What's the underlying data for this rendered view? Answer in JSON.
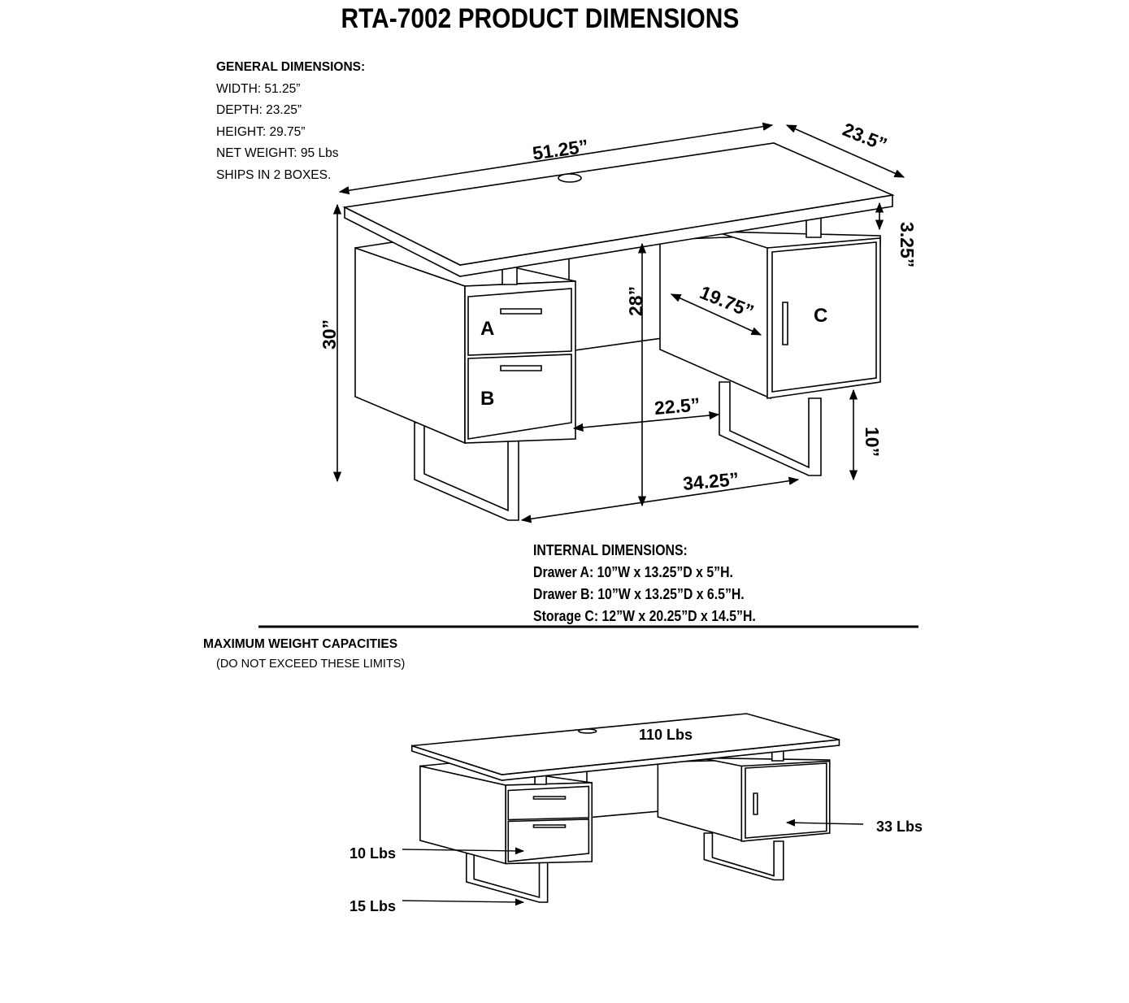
{
  "title": "RTA-7002 PRODUCT DIMENSIONS",
  "general": {
    "heading": "GENERAL DIMENSIONS:",
    "lines": [
      "WIDTH: 51.25”",
      "DEPTH: 23.25”",
      "HEIGHT: 29.75”",
      "NET WEIGHT: 95 Lbs",
      "SHIPS IN 2 BOXES."
    ]
  },
  "dimensions": {
    "width": "51.25”",
    "depth": "23.5”",
    "top_gap": "3.25”",
    "height": "30”",
    "knee_height": "28”",
    "cabinet_depth": "19.75”",
    "knee_width": "22.5”",
    "leg_span": "34.25”",
    "leg_height": "10”"
  },
  "compartments": {
    "a": "A",
    "b": "B",
    "c": "C"
  },
  "internal": {
    "heading": "INTERNAL DIMENSIONS:",
    "lines": [
      "Drawer A: 10”W x 13.25”D x 5”H.",
      "Drawer B: 10”W x 13.25”D x 6.5”H.",
      "Storage C: 12”W x 20.25”D x 14.5”H."
    ]
  },
  "capacities": {
    "heading": "MAXIMUM WEIGHT CAPACITIES",
    "note": "(DO NOT EXCEED THESE LIMITS)",
    "top": "110 Lbs",
    "drawer_a": "10 Lbs",
    "drawer_b": "15 Lbs",
    "storage_c": "33 Lbs"
  }
}
